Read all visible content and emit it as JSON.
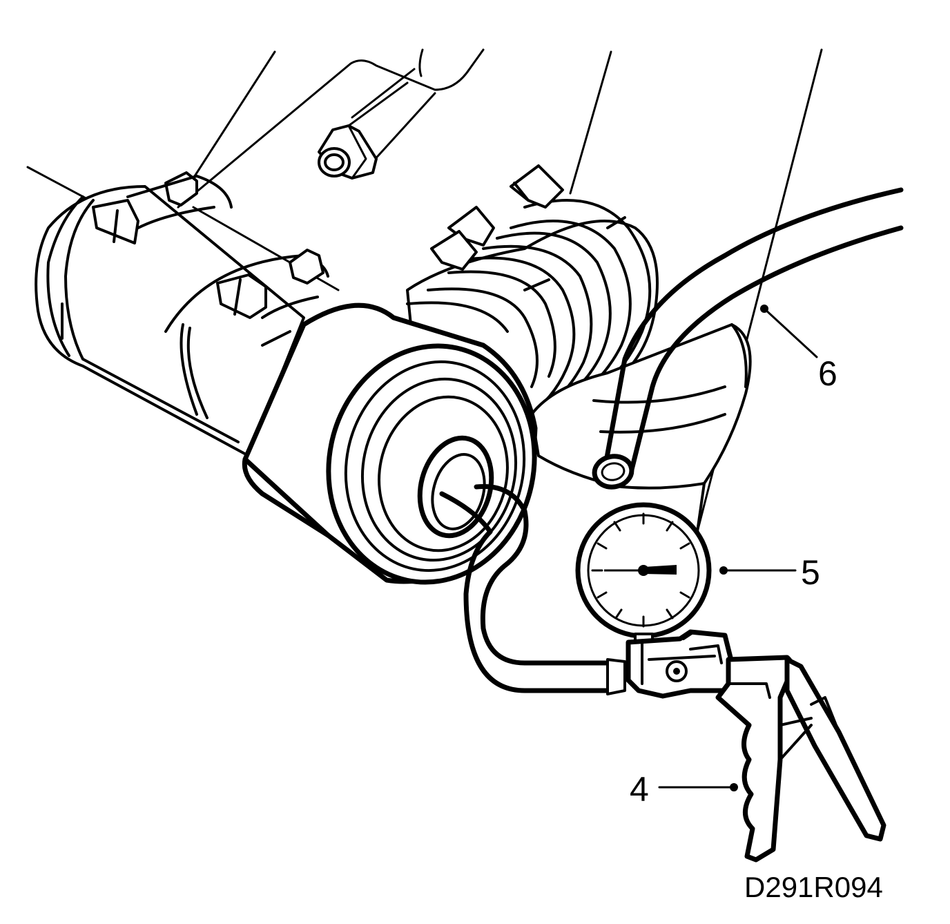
{
  "callouts": {
    "hose": "6",
    "gauge": "5",
    "pump": "4"
  },
  "figure_code": "D291R094",
  "colors": {
    "ink": "#000000",
    "paper": "#ffffff"
  }
}
